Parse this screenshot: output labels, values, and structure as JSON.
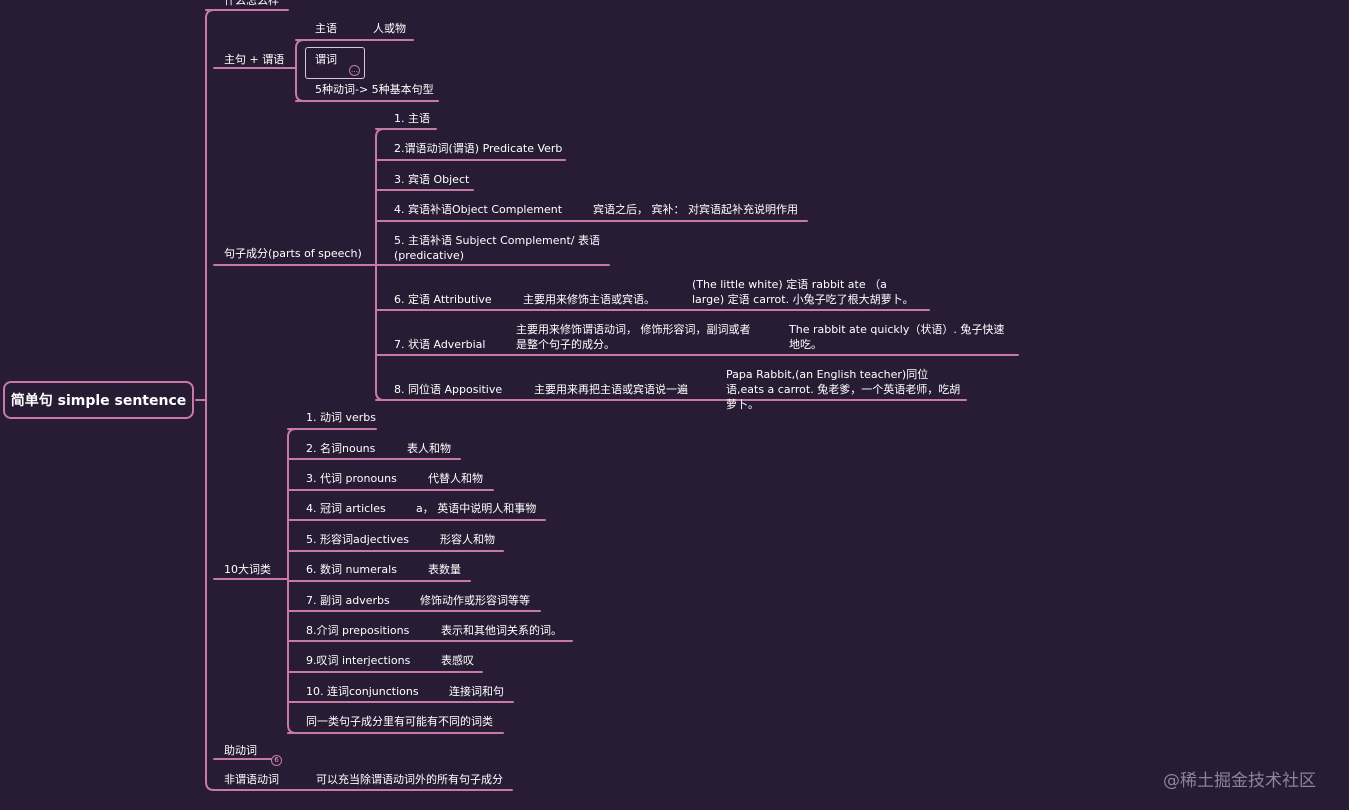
{
  "root": {
    "label": "简单句 simple sentence"
  },
  "top_partial": {
    "label": "什么怎么样"
  },
  "subject_predicate": {
    "label": "主句 + 谓语",
    "subject": {
      "label": "主语",
      "note": "人或物"
    },
    "predicate": {
      "label": "谓词",
      "collapse_glyph": "…"
    },
    "five_verbs": {
      "label": "5种动词-> 5种基本句型"
    }
  },
  "sentence_elements": {
    "label": "句子成分(parts of speech)",
    "items": [
      {
        "label": "1. 主语"
      },
      {
        "label": "2.谓语动词(谓语) Predicate Verb"
      },
      {
        "label": "3. 宾语 Object"
      },
      {
        "label": "4. 宾语补语Object Complement",
        "note": "宾语之后， 宾补： 对宾语起补充说明作用"
      },
      {
        "label": "5. 主语补语 Subject Complement/ 表语(predicative)"
      },
      {
        "label": "6. 定语 Attributive",
        "note": "主要用来修饰主语或宾语。",
        "example": "(The little white) 定语 rabbit ate （a large) 定语 carrot. 小兔子吃了根大胡萝卜。"
      },
      {
        "label": "7. 状语 Adverbial",
        "note": "主要用来修饰谓语动词， 修饰形容词，副词或者是整个句子的成分。",
        "example": "The rabbit ate quickly（状语）. 兔子快速地吃。"
      },
      {
        "label": "8. 同位语 Appositive",
        "note": "主要用来再把主语或宾语说一遍",
        "example": "Papa Rabbit,(an English teacher)同位语,eats a carrot. 兔老爹，一个英语老师，吃胡萝卜。"
      }
    ]
  },
  "word_classes": {
    "label": "10大词类",
    "items": [
      {
        "label": "1. 动词 verbs",
        "note": ""
      },
      {
        "label": "2. 名词nouns",
        "note": "表人和物"
      },
      {
        "label": "3. 代词 pronouns",
        "note": "代替人和物"
      },
      {
        "label": "4. 冠词 articles",
        "note": "a， 英语中说明人和事物"
      },
      {
        "label": "5. 形容词adjectives",
        "note": "形容人和物"
      },
      {
        "label": "6. 数词 numerals",
        "note": "表数量"
      },
      {
        "label": "7. 副词 adverbs",
        "note": "修饰动作或形容词等等"
      },
      {
        "label": "8.介词 prepositions",
        "note": "表示和其他词关系的词。"
      },
      {
        "label": "9.叹词 interjections",
        "note": "表感叹"
      },
      {
        "label": "10. 连词conjunctions",
        "note": "连接词和句"
      },
      {
        "label": "同一类句子成分里有可能有不同的词类",
        "note": ""
      }
    ]
  },
  "auxiliary": {
    "label": "助动词",
    "badge": "6"
  },
  "nonfinite": {
    "label": "非谓语动词",
    "note": "可以充当除谓语动词外的所有句子成分"
  },
  "watermark": "@稀土掘金技术社区",
  "colors": {
    "background": "#271c34",
    "branch": "#c77aa6",
    "text": "#ffffff"
  }
}
